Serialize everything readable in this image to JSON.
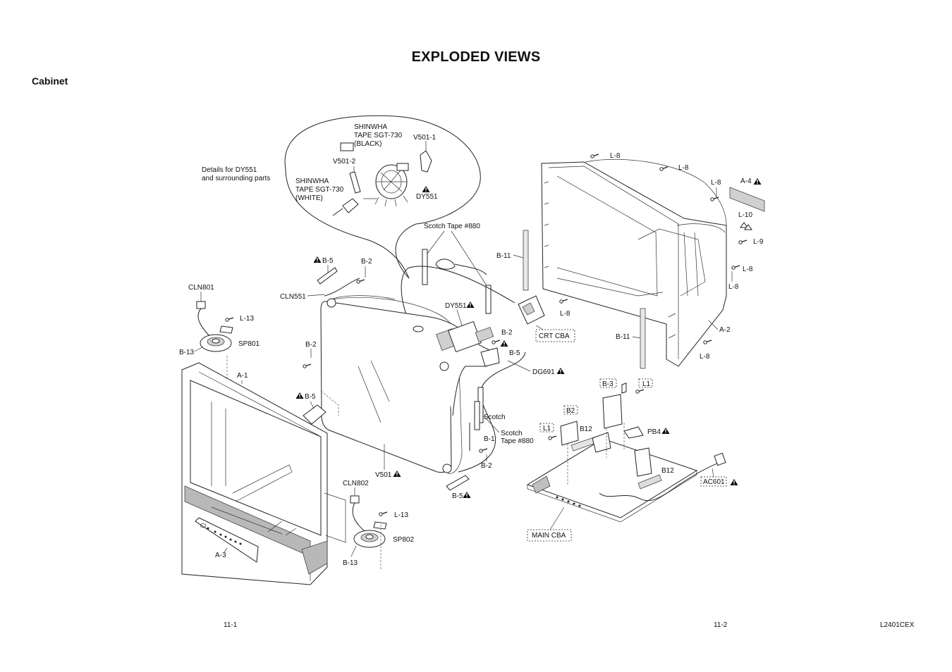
{
  "page_title": "EXPLODED VIEWS",
  "section_title": "Cabinet",
  "detail_note": [
    "Details for DY551",
    "and surrounding parts"
  ],
  "tape_black": [
    "SHINWHA",
    "TAPE SGT-730",
    "(BLACK)"
  ],
  "tape_white": [
    "SHINWHA",
    "TAPE SGT-730",
    "(WHITE)"
  ],
  "labels": {
    "v501_1": "V501-1",
    "v501_2": "V501-2",
    "dy551_top": "DY551",
    "scotch_top": "Scotch Tape #880",
    "b5_a": "B-5",
    "b2_a": "B-2",
    "cln551": "CLN551",
    "cln801": "CLN801",
    "l13_a": "L-13",
    "sp801": "SP801",
    "b13_a": "B-13",
    "a1": "A-1",
    "b2_b": "B-2",
    "b5_b": "B-5",
    "dy551_mid": "DY551",
    "b2_c": "B-2",
    "b5_c": "B-5",
    "dg691": "DG691",
    "crt_cba": "CRT CBA",
    "b11_a": "B-11",
    "b11_b": "B-11",
    "l8_a": "L-8",
    "l8_b": "L-8",
    "l8_c": "L-8",
    "l8_d": "L-8",
    "l8_e": "L-8",
    "l8_f": "L-8",
    "l8_g": "L-8",
    "a4": "A-4",
    "l10": "L-10",
    "l9": "L-9",
    "a2": "A-2",
    "scotch_mid_1": "Scotch",
    "scotch_mid_2": "Tape #880",
    "b1": "B-1",
    "b2_d": "B-2",
    "v501": "V501",
    "b5_d": "B-5",
    "cln802": "CLN802",
    "l13_b": "L-13",
    "sp802": "SP802",
    "b13_b": "B-13",
    "a3": "A-3",
    "b3": "B-3",
    "l1_a": "L1",
    "b2_box": "B2",
    "b12_a": "B12",
    "l1_b": "L1",
    "pb4": "PB4",
    "b12_b": "B12",
    "ac601": "AC601",
    "main_cba": "MAIN CBA"
  },
  "footer": {
    "left_page": "11-1",
    "right_page": "11-2",
    "model": "L2401CEX"
  }
}
